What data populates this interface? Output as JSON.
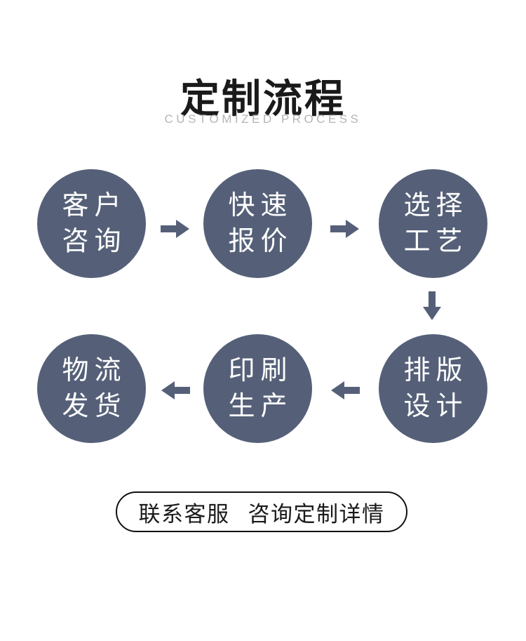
{
  "header": {
    "title": "定制流程",
    "subtitle": "CUSTOMIZED PROCESS"
  },
  "process": {
    "steps": [
      {
        "name": "customer-consultation",
        "line1": "客户",
        "line2": "咨询"
      },
      {
        "name": "quick-quote",
        "line1": "快速",
        "line2": "报价"
      },
      {
        "name": "select-craft",
        "line1": "选择",
        "line2": "工艺"
      },
      {
        "name": "layout-design",
        "line1": "排版",
        "line2": "设计"
      },
      {
        "name": "printing-production",
        "line1": "印刷",
        "line2": "生产"
      },
      {
        "name": "logistics-shipping",
        "line1": "物流",
        "line2": "发货"
      }
    ],
    "connectors": [
      {
        "from": 1,
        "to": 2,
        "direction": "right"
      },
      {
        "from": 2,
        "to": 3,
        "direction": "right"
      },
      {
        "from": 3,
        "to": 4,
        "direction": "down"
      },
      {
        "from": 4,
        "to": 5,
        "direction": "left"
      },
      {
        "from": 5,
        "to": 6,
        "direction": "left"
      }
    ]
  },
  "footer": {
    "button_label_1": "联系客服",
    "button_label_2": "咨询定制详情"
  },
  "icons": {
    "connector": "block-arrow-icon"
  },
  "colors": {
    "bg": "#ffffff",
    "accent_circle": "#556078",
    "arrow": "#556078",
    "title_text": "#1a1a1a",
    "subtitle_text": "#b5b5b5",
    "circle_text": "#ffffff",
    "button_border": "#111111",
    "button_text": "#1a1a1a"
  }
}
